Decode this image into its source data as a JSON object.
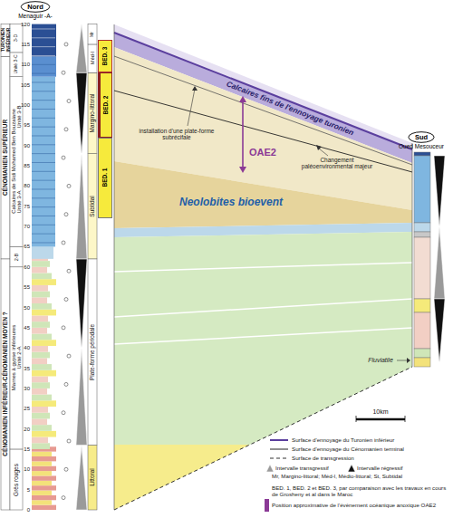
{
  "diagram": {
    "nodes": [
      {
        "text": [
          "Nord",
          "Menaguir -A-"
        ]
      },
      {
        "text": [
          "BED. 3"
        ]
      },
      {
        "text": [
          "BED. 2"
        ]
      },
      {
        "text": [
          "BED. 1"
        ]
      },
      {
        "text": [
          "Sud",
          "Oued Mesouceur"
        ]
      }
    ],
    "labels": [
      "0",
      "5",
      "10",
      "15",
      "20",
      "25",
      "30",
      "35",
      "40",
      "45",
      "50",
      "55",
      "60",
      "65",
      "70",
      "75",
      "80",
      "85",
      "90",
      "95",
      "100",
      "105",
      "110",
      "115",
      "120",
      "CÉNOMANIEN INFÉRIEUR-CÉNOMANIEN MOYEN ?",
      "CÉNOMANIEN SUPÉRIEUR",
      "TURONIEN INFÉRIEUR",
      "Grès rouges",
      "Marnes à gypse inférieures",
      "Unité 2-A",
      "2-B",
      "Calcaires de Sidi Mohamed Ben Bouzaiane",
      "Unité 3-A",
      "Unité 3-B",
      "Unité 3-C",
      "3-D",
      "Littoral",
      "Plate-forme périodale",
      "Subtidal",
      "Margino-littoral",
      "Méd-l",
      "Mr",
      "Calcaires fins de l'ennoyage turonien",
      "installation d'une plate-forme subrécifale",
      "OAE2",
      "Changement paléoenvironmental majeur",
      "Neolobites bioevent",
      "Fluviatile",
      "10km",
      "Mr, Margino-littoral; Méd-l, Médio-littoral; St, Subtidal",
      "BED. 1, BED. 2 et BED. 3, par comparaison avec les travaux en cours de Grosheny et al dans le Maroc"
    ],
    "legend": [
      {
        "text": "Surface d'ennoyage du Turonien inférieur"
      },
      {
        "text": "Surface d'ennoyage du Cénomanien terminal"
      },
      {
        "text": "Surface de transgression"
      },
      {
        "text": "Intervalle transgressif"
      },
      {
        "text": "Intervalle régressif"
      },
      {
        "text": "Position approximative de l'évènement océanique anoxique OAE2",
        "color": "#8b3a96"
      }
    ]
  }
}
